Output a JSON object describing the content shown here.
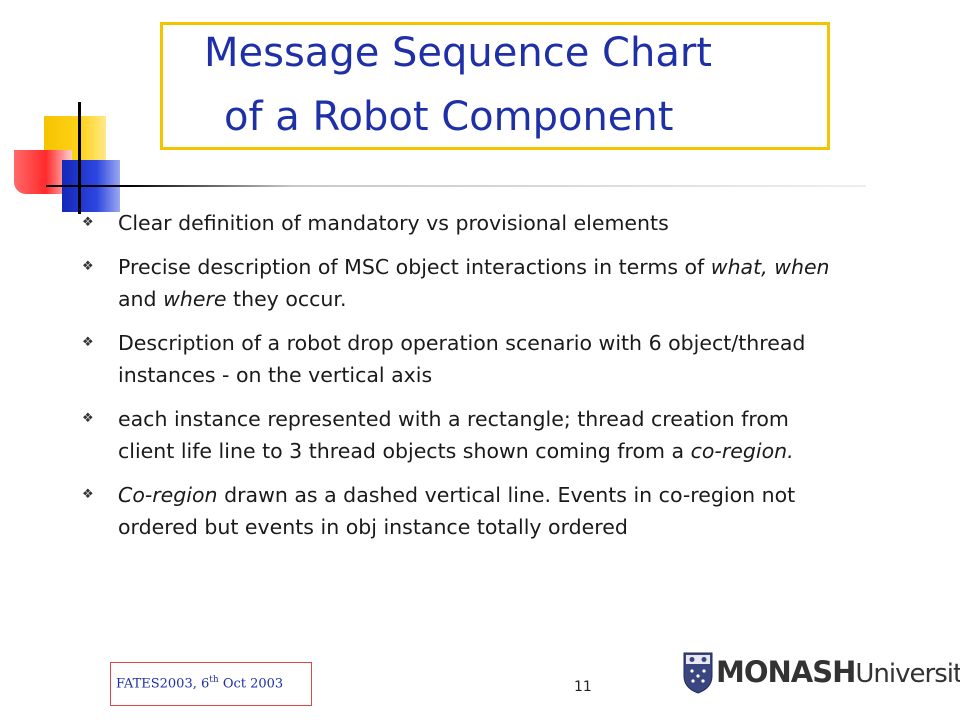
{
  "slide": {
    "title_line1": "Message Sequence Chart",
    "title_line2": "of a Robot Component",
    "bullet_glyph": "❖",
    "bullets": [
      {
        "parts": [
          "Clear definition of mandatory vs provisional elements"
        ]
      },
      {
        "parts": [
          "Precise description of MSC object interactions in terms of ",
          "what, when",
          " and ",
          "where",
          " they occur."
        ]
      },
      {
        "parts": [
          "Description of a robot drop operation scenario with 6 object/thread instances - on the vertical axis"
        ]
      },
      {
        "parts": [
          "each instance represented with a rectangle; thread creation from client life line to 3 thread objects shown coming from a ",
          "co-region."
        ]
      },
      {
        "parts": [
          "Co-region",
          " drawn as a dashed vertical line. Events in co-region not ordered but events in obj instance totally ordered"
        ]
      }
    ]
  },
  "footer": {
    "conference_prefix": "FATES2003, 6",
    "conference_sup": "th",
    "conference_suffix": " Oct 2003",
    "page_number": "11",
    "university_bold": "MONASH",
    "university_regular": "University"
  },
  "colors": {
    "title": "#1e2fa8",
    "title_border": "#f2c500",
    "footer_border": "#d84a4a"
  },
  "icons": {
    "bullet": "diamond-bullet-icon",
    "logo": "monash-crest-icon"
  }
}
